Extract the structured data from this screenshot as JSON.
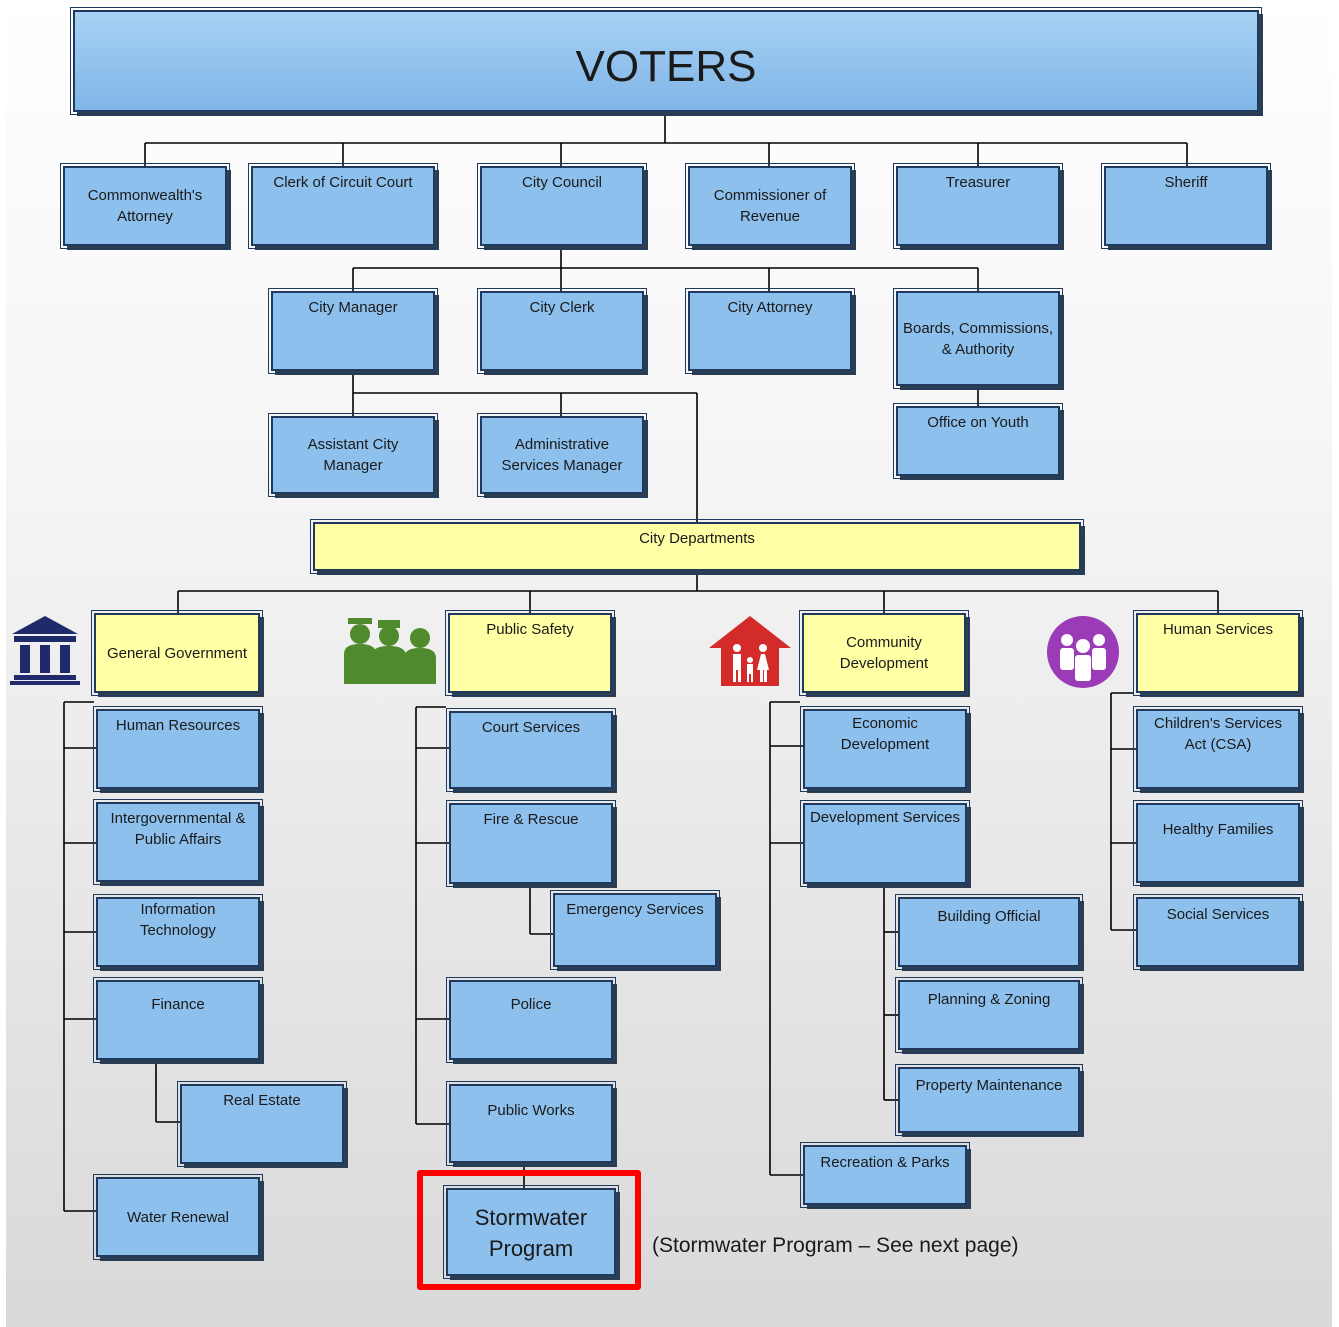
{
  "voters": "VOTERS",
  "elected": {
    "commonwealths_attorney": "Commonwealth's Attorney",
    "clerk_of_circuit_court": "Clerk of Circuit Court",
    "city_council": "City Council",
    "commissioner_of_revenue": "Commissioner of Revenue",
    "treasurer": "Treasurer",
    "sheriff": "Sheriff"
  },
  "council_level": {
    "city_manager": "City Manager",
    "city_clerk": "City Clerk",
    "city_attorney": "City Attorney",
    "boards": "Boards, Commissions, & Authority",
    "office_on_youth": "Office on Youth"
  },
  "manager_level": {
    "assistant_city_manager": "Assistant City Manager",
    "administrative_services_manager": "Administrative Services Manager"
  },
  "city_departments": "City Departments",
  "general_government": {
    "label": "General Government",
    "human_resources": "Human Resources",
    "intergovernmental": "Intergovernmental & Public Affairs",
    "information_technology": "Information Technology",
    "finance": "Finance",
    "real_estate": "Real Estate",
    "water_renewal": "Water Renewal"
  },
  "public_safety": {
    "label": "Public Safety",
    "court_services": "Court Services",
    "fire_rescue": "Fire & Rescue",
    "emergency_services": "Emergency Services",
    "police": "Police",
    "public_works": "Public Works",
    "stormwater_program": "Stormwater Program"
  },
  "community_development": {
    "label": "Community Development",
    "economic_development": "Economic Development",
    "development_services": "Development Services",
    "building_official": "Building Official",
    "planning_zoning": "Planning & Zoning",
    "property_maintenance": "Property Maintenance",
    "recreation_parks": "Recreation & Parks"
  },
  "human_services": {
    "label": "Human Services",
    "csa": "Children's Services Act (CSA)",
    "healthy_families": "Healthy Families",
    "social_services": "Social Services"
  },
  "note": "(Stormwater Program – See next page)",
  "colors": {
    "box_blue": "#8dc0ec",
    "box_yellow": "#ffffa6",
    "highlight_red": "#ff0000",
    "icon_navy": "#1f2a6b",
    "icon_green": "#4f8a2c",
    "icon_red": "#d32a2a",
    "icon_purple": "#9b3bb7"
  },
  "icons": [
    "government-building-icon",
    "public-safety-people-icon",
    "family-house-icon",
    "community-group-icon"
  ]
}
